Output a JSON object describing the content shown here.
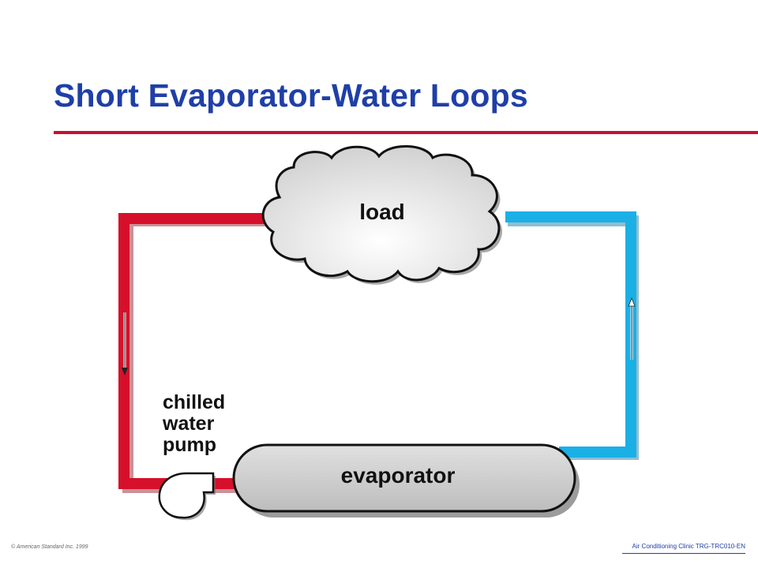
{
  "title": "Short Evaporator-Water Loops",
  "diagram": {
    "load_label": "load",
    "evaporator_label": "evaporator",
    "pump_label": [
      "chilled",
      "water",
      "pump"
    ]
  },
  "colors": {
    "title": "#1f3fa8",
    "rule": "#c8102e",
    "supply_pipe": "#d6102a",
    "return_pipe": "#1ab0e6",
    "cloud_fill": "#e4e4e4",
    "evaporator_fill": "#c9c9c9"
  },
  "icons": [
    "flow-arrow-down-icon",
    "flow-arrow-up-icon",
    "pump-icon",
    "cloud-icon"
  ],
  "footer": {
    "copyright": "© American Standard Inc. 1999",
    "course": "Air Conditioning Clinic TRG-TRC010-EN"
  }
}
